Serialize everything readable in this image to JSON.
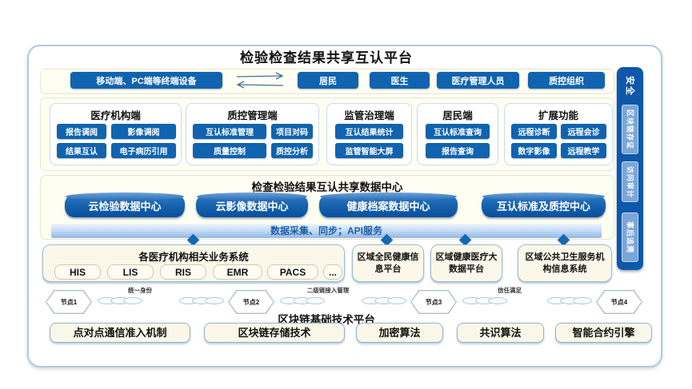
{
  "platform": {
    "title": "检验检查结果共享互认平台"
  },
  "users_band": {
    "terminal": "移动端、PC端等终端设备",
    "roles": [
      "居民",
      "医生",
      "医疗管理人员",
      "质控组织"
    ]
  },
  "clients": {
    "panels": [
      {
        "title": "医疗机构端",
        "buttons": [
          "报告调阅",
          "影像调阅",
          "结果互认",
          "电子病历引用"
        ]
      },
      {
        "title": "质控管理端",
        "buttons": [
          "互认标准管理",
          "项目对码",
          "质量控制",
          "质控分析"
        ]
      },
      {
        "title": "监管治理端",
        "buttons": [
          "互认结果统计",
          "监管智能大屏"
        ]
      },
      {
        "title": "居民端",
        "buttons": [
          "互认标准查询",
          "报告查询"
        ]
      },
      {
        "title": "扩展功能",
        "buttons": [
          "远程诊断",
          "远程会诊",
          "数字影像",
          "远程教学"
        ]
      }
    ]
  },
  "datacenter": {
    "title": "检查检验结果互认共享数据中心",
    "cylinders": [
      "云检验数据中心",
      "云影像数据中心",
      "健康档案数据中心",
      "互认标准及质控中心"
    ],
    "api_banner": "数据采集、同步；API服务"
  },
  "systems": {
    "hospital_box": {
      "title": "各医疗机构相关业务系统",
      "systems": [
        "HIS",
        "LIS",
        "RIS",
        "EMR",
        "PACS",
        "..."
      ]
    },
    "regional": [
      "区域全民健康信息平台",
      "区域健康医疗大数据平台",
      "区域公共卫生服务机构信息系统"
    ]
  },
  "blockchain": {
    "nodes": [
      "节点1",
      "节点2",
      "节点3",
      "节点4"
    ],
    "link_labels": [
      "统一身份",
      "二级链接入管理",
      "信任满足"
    ],
    "title": "区块链基础技术平台",
    "components": [
      "点对点通信准入机制",
      "区块链存储技术",
      "加密算法",
      "共识算法",
      "智能合约引擎"
    ]
  },
  "security_bar": {
    "title": "安全",
    "items": [
      "区块链存证",
      "访问审计",
      "事后追溯"
    ]
  },
  "colors": {
    "primary_blue": "#1063ae",
    "sidebar_blue": "#0e57a9",
    "band_cream": "#fffef2",
    "banner_text": "#1c5ea8"
  }
}
